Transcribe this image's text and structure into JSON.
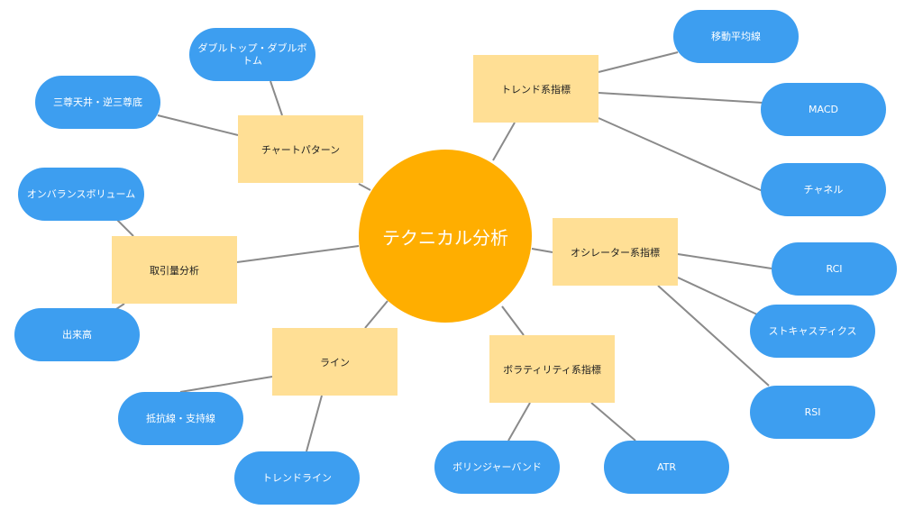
{
  "mindmap": {
    "center": {
      "id": "center",
      "label": "テクニカル分析"
    },
    "colors": {
      "center": "#ffae00",
      "branch": "#ffdf95",
      "leaf": "#3d9ef0",
      "line": "#8a8a8a"
    },
    "branches": [
      {
        "id": "trend",
        "label": "トレンド系指標",
        "children": [
          {
            "id": "ma",
            "label": "移動平均線"
          },
          {
            "id": "macd",
            "label": "MACD"
          },
          {
            "id": "channel",
            "label": "チャネル"
          }
        ]
      },
      {
        "id": "osc",
        "label": "オシレーター系指標",
        "children": [
          {
            "id": "rci",
            "label": "RCI"
          },
          {
            "id": "stoch",
            "label": "ストキャスティクス"
          },
          {
            "id": "rsi",
            "label": "RSI"
          }
        ]
      },
      {
        "id": "vol",
        "label": "ボラティリティ系指標",
        "children": [
          {
            "id": "bb",
            "label": "ボリンジャーバンド"
          },
          {
            "id": "atr",
            "label": "ATR"
          }
        ]
      },
      {
        "id": "line",
        "label": "ライン",
        "children": [
          {
            "id": "sr",
            "label": "抵抗線・支持線"
          },
          {
            "id": "tl",
            "label": "トレンドライン"
          }
        ]
      },
      {
        "id": "volume",
        "label": "取引量分析",
        "children": [
          {
            "id": "obv",
            "label": "オンバランスボリューム"
          },
          {
            "id": "dekidaka",
            "label": "出来高"
          }
        ]
      },
      {
        "id": "chart",
        "label": "チャートパターン",
        "children": [
          {
            "id": "dt",
            "label": "ダブルトップ・ダブルボトム"
          },
          {
            "id": "hs",
            "label": "三尊天井・逆三尊底"
          }
        ]
      }
    ]
  }
}
